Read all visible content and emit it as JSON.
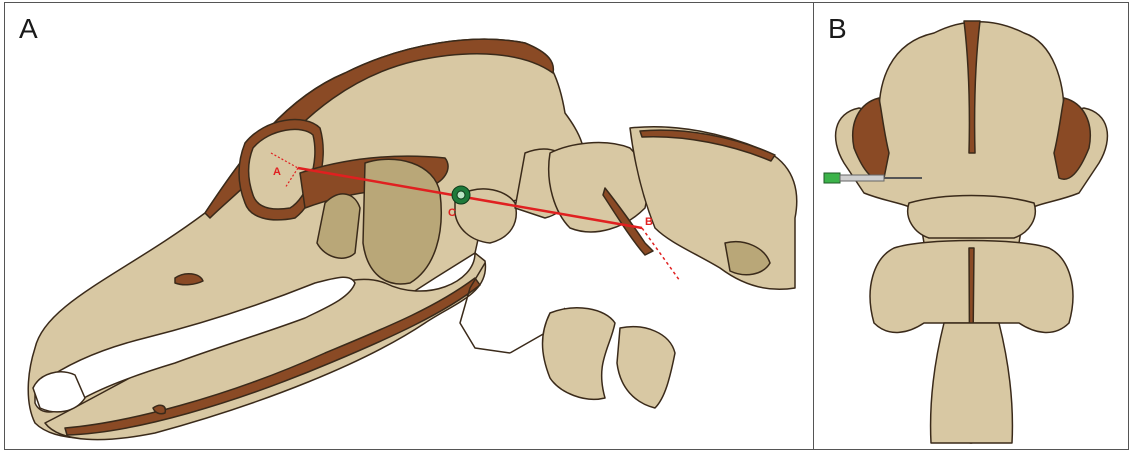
{
  "panels": [
    {
      "letter": "A",
      "view": "lateral"
    },
    {
      "letter": "B",
      "view": "dorsal"
    }
  ],
  "points": {
    "a": "A",
    "b": "B",
    "c": "C"
  },
  "colors": {
    "bone": "#d8c8a3",
    "bone_dark": "#b9a778",
    "cortex": "#8a4a25",
    "outline": "#3a2a1a",
    "trajectory": "#e02020",
    "teeth": "#ffffff",
    "target": "#1e7a3a",
    "needle_tip": "#3cb34a"
  }
}
